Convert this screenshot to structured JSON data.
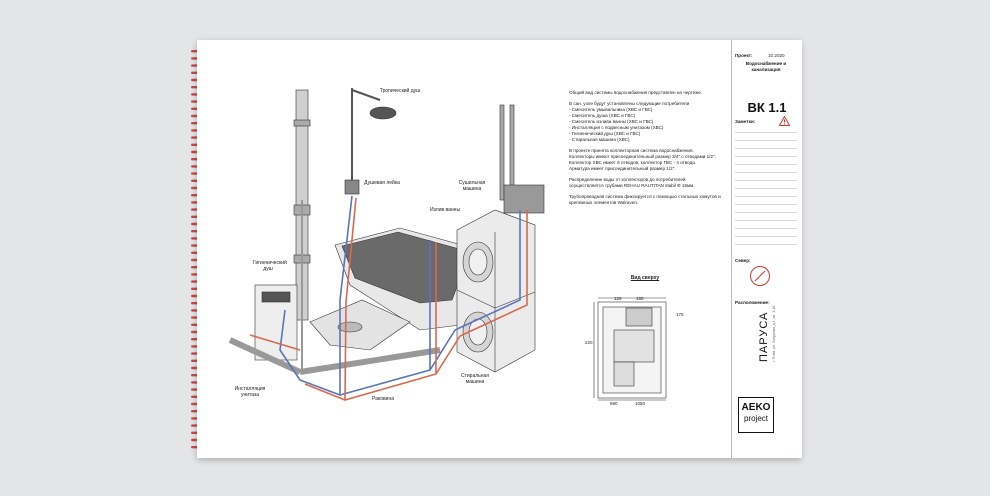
{
  "sheet": {
    "project_label": "Проект:",
    "project_code": "10.2020",
    "title": "Водоснабжение и канализация",
    "sheet_number": "ВК 1.1",
    "notes_label": "Заметки:",
    "north_label": "Север:",
    "location_label": "Расположение:",
    "location_name": "ПАРУСА",
    "location_sub": "г. Ялта, ул. Лазурная, д.1, кв. 1-16",
    "logo_line1": "AEKO",
    "logo_line2": "project"
  },
  "labels": {
    "tropical_shower": "Тропический душ",
    "shower_bar": "Душевая лейка",
    "dryer": "Сушильная машина",
    "bath_spout": "Излив ванны",
    "hygienic_shower": "Гигиенический душ",
    "toilet_install": "Инсталляция унитаза",
    "sink": "Раковина",
    "washer": "Стиральная машина",
    "top_view": "Вид сверху"
  },
  "notes": [
    "Общий вид системы водоснабжения представлен на чертеже.",
    "В сан. узле будут установлены следующие потребители\n- Смеситель умывальника (ХВС и ГВС)\n- Смеситель душа (ХВС и ГВС)\n- Смеситель излива ванны (ХВС и ГВС)\n- Инсталляция с подвесным унитазом (ХВС)\n- Гигиенический душ (ХВС и ГВС)\n- Стиральная машина (ХВС)",
    "В проекте принята коллекторная система водоснабжения.\n  Коллекторы имеют присоединительный размер 3/4\" с отводами 1/2\".\n  Коллектор ХВС имеет 6 отводов, коллектор ГВС - 4 отвода.\n  Арматура имеет присоединительный размер 1/2\".",
    "Распределение воды от коллекторов до потребителей осуществляется трубами REHAU RAUTITAN stabil Ф 16мм.",
    "Трубопроводная система фиксируется с помощью стальных хомутов и крепежных элементов Walraven."
  ],
  "dimensions": {
    "d125": "125",
    "d160": "160",
    "d170": "170",
    "d220": "220",
    "d690": "690",
    "d1050": "1050"
  },
  "colors": {
    "cold": "#5a76b8",
    "hot": "#d8694f",
    "pipe": "#b8b8b8",
    "warning": "#d03a2e"
  }
}
